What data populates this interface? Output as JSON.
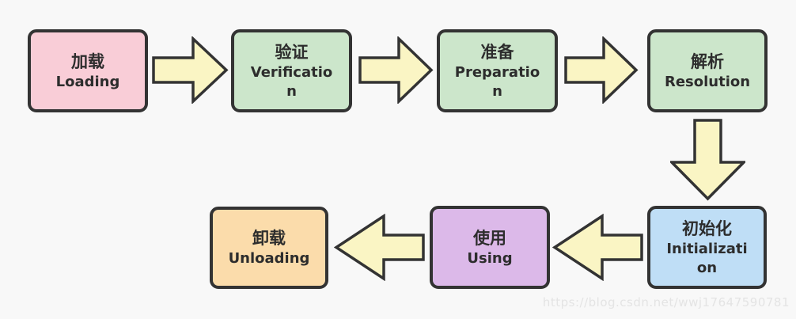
{
  "page": {
    "background": "#f8f8f8",
    "watermark": "https://blog.csdn.net/wwj17647590781"
  },
  "style": {
    "border_color": "#333333",
    "text_color": "#2d2d2d",
    "arrow_fill": "#faf5c4",
    "watermark_color": "#e4e4e4",
    "node_colors": {
      "pink": "#f9cdd7",
      "green": "#cce6cb",
      "blue": "#bfdef6",
      "purple": "#dcb9e9",
      "orange": "#fbdcab"
    }
  },
  "flow": {
    "nodes": [
      {
        "id": "loading",
        "zh": "加载",
        "en": "Loading",
        "fill": "#f9cdd7"
      },
      {
        "id": "verification",
        "zh": "验证",
        "en": [
          "Verificatio",
          "n"
        ],
        "fill": "#cce6cb"
      },
      {
        "id": "preparation",
        "zh": "准备",
        "en": [
          "Preparatio",
          "n"
        ],
        "fill": "#cce6cb"
      },
      {
        "id": "resolution",
        "zh": "解析",
        "en": "Resolution",
        "fill": "#cce6cb"
      },
      {
        "id": "initialization",
        "zh": "初始化",
        "en": [
          "Initializati",
          "on"
        ],
        "fill": "#bfdef6"
      },
      {
        "id": "using",
        "zh": "使用",
        "en": "Using",
        "fill": "#dcb9e9"
      },
      {
        "id": "unloading",
        "zh": "卸载",
        "en": "Unloading",
        "fill": "#fbdcab"
      }
    ],
    "arrows": [
      {
        "from": "loading",
        "to": "verification",
        "direction": "right"
      },
      {
        "from": "verification",
        "to": "preparation",
        "direction": "right"
      },
      {
        "from": "preparation",
        "to": "resolution",
        "direction": "right"
      },
      {
        "from": "resolution",
        "to": "initialization",
        "direction": "down"
      },
      {
        "from": "initialization",
        "to": "using",
        "direction": "left"
      },
      {
        "from": "using",
        "to": "unloading",
        "direction": "left"
      }
    ]
  }
}
